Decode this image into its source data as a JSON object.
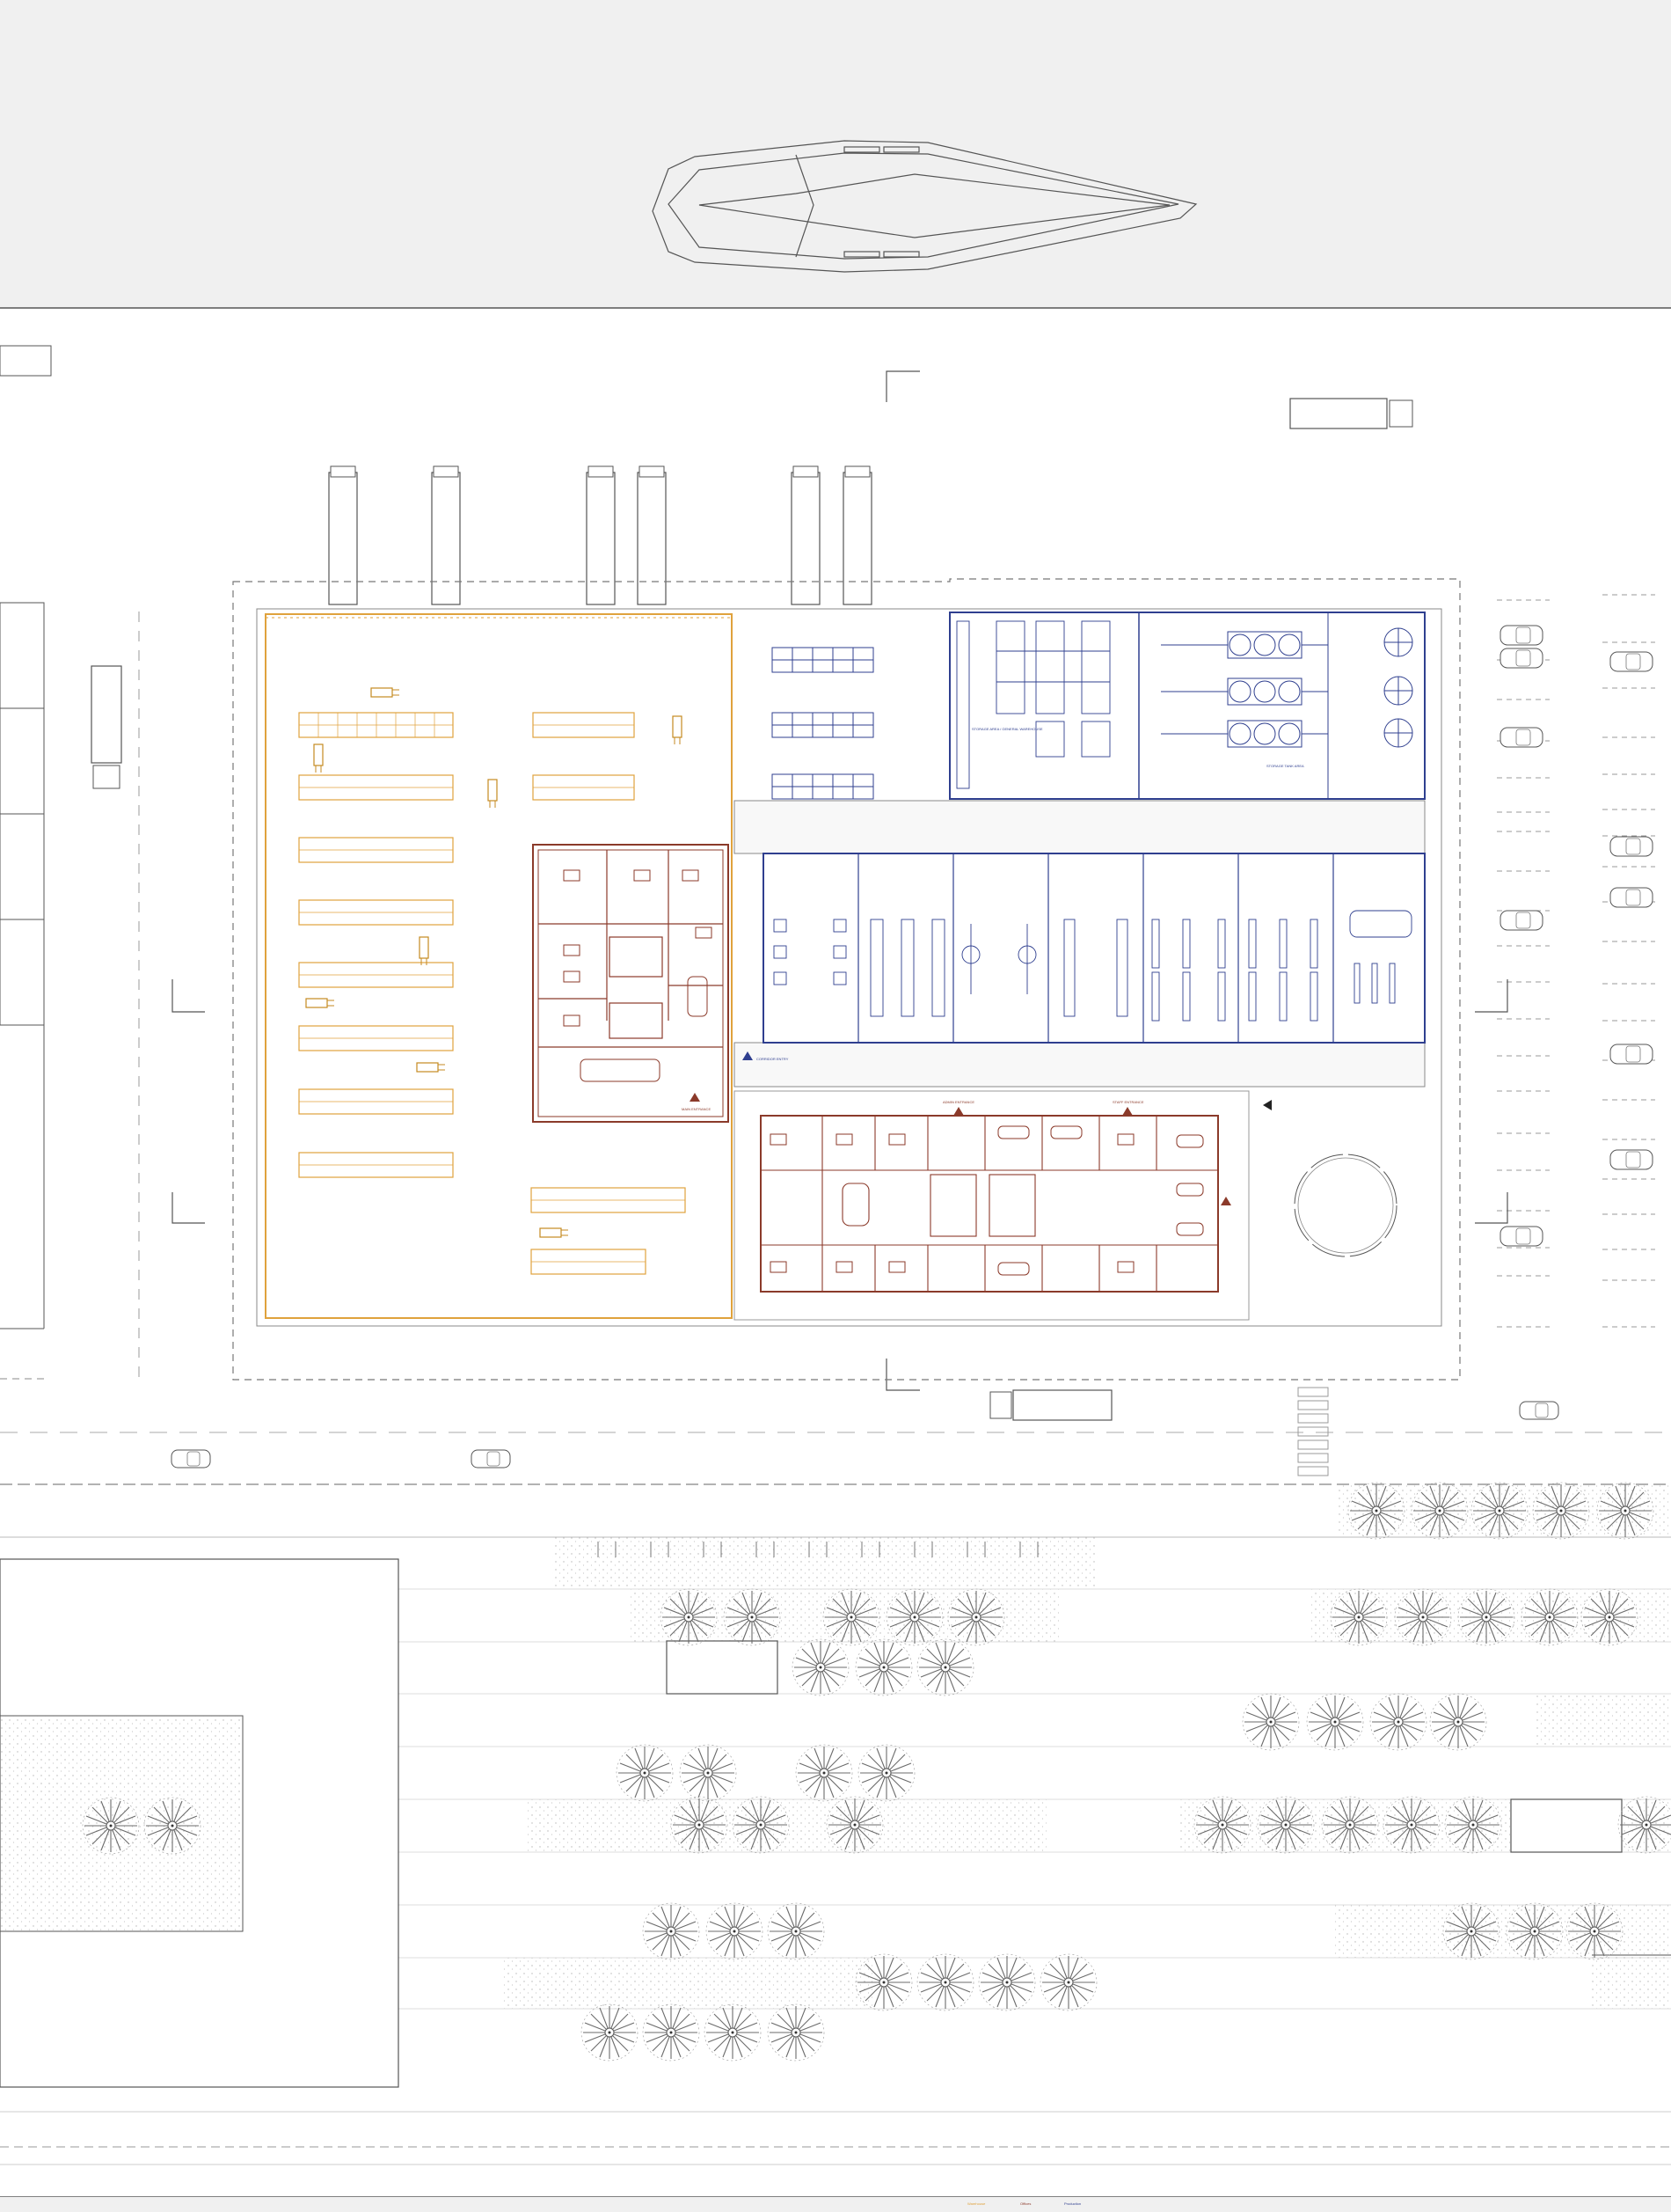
{
  "colors": {
    "water": "#f0f0f0",
    "line": "#4a4a4a",
    "thin": "#9a9a9a",
    "warehouse": "#e0a23c",
    "office": "#8b3a2a",
    "production": "#2f3f8f",
    "tree": "#6b6b6b",
    "pattern": "#c8c8c8"
  },
  "labels": {
    "storage_block": "STORAGE AREA / GENERAL WAREHOUSE",
    "tank_block": "STORAGE TANK AREA",
    "corridor_entry": "CORRIDOR ENTRY",
    "office_entry": "MAIN ENTRANCE",
    "admin_entry": "ADMIN ENTRANCE",
    "staff_entry": "STAFF ENTRANCE"
  },
  "legend": {
    "items": [
      {
        "name": "Warehouse",
        "color": "warehouse"
      },
      {
        "name": "Offices",
        "color": "office"
      },
      {
        "name": "Production",
        "color": "production"
      }
    ]
  }
}
